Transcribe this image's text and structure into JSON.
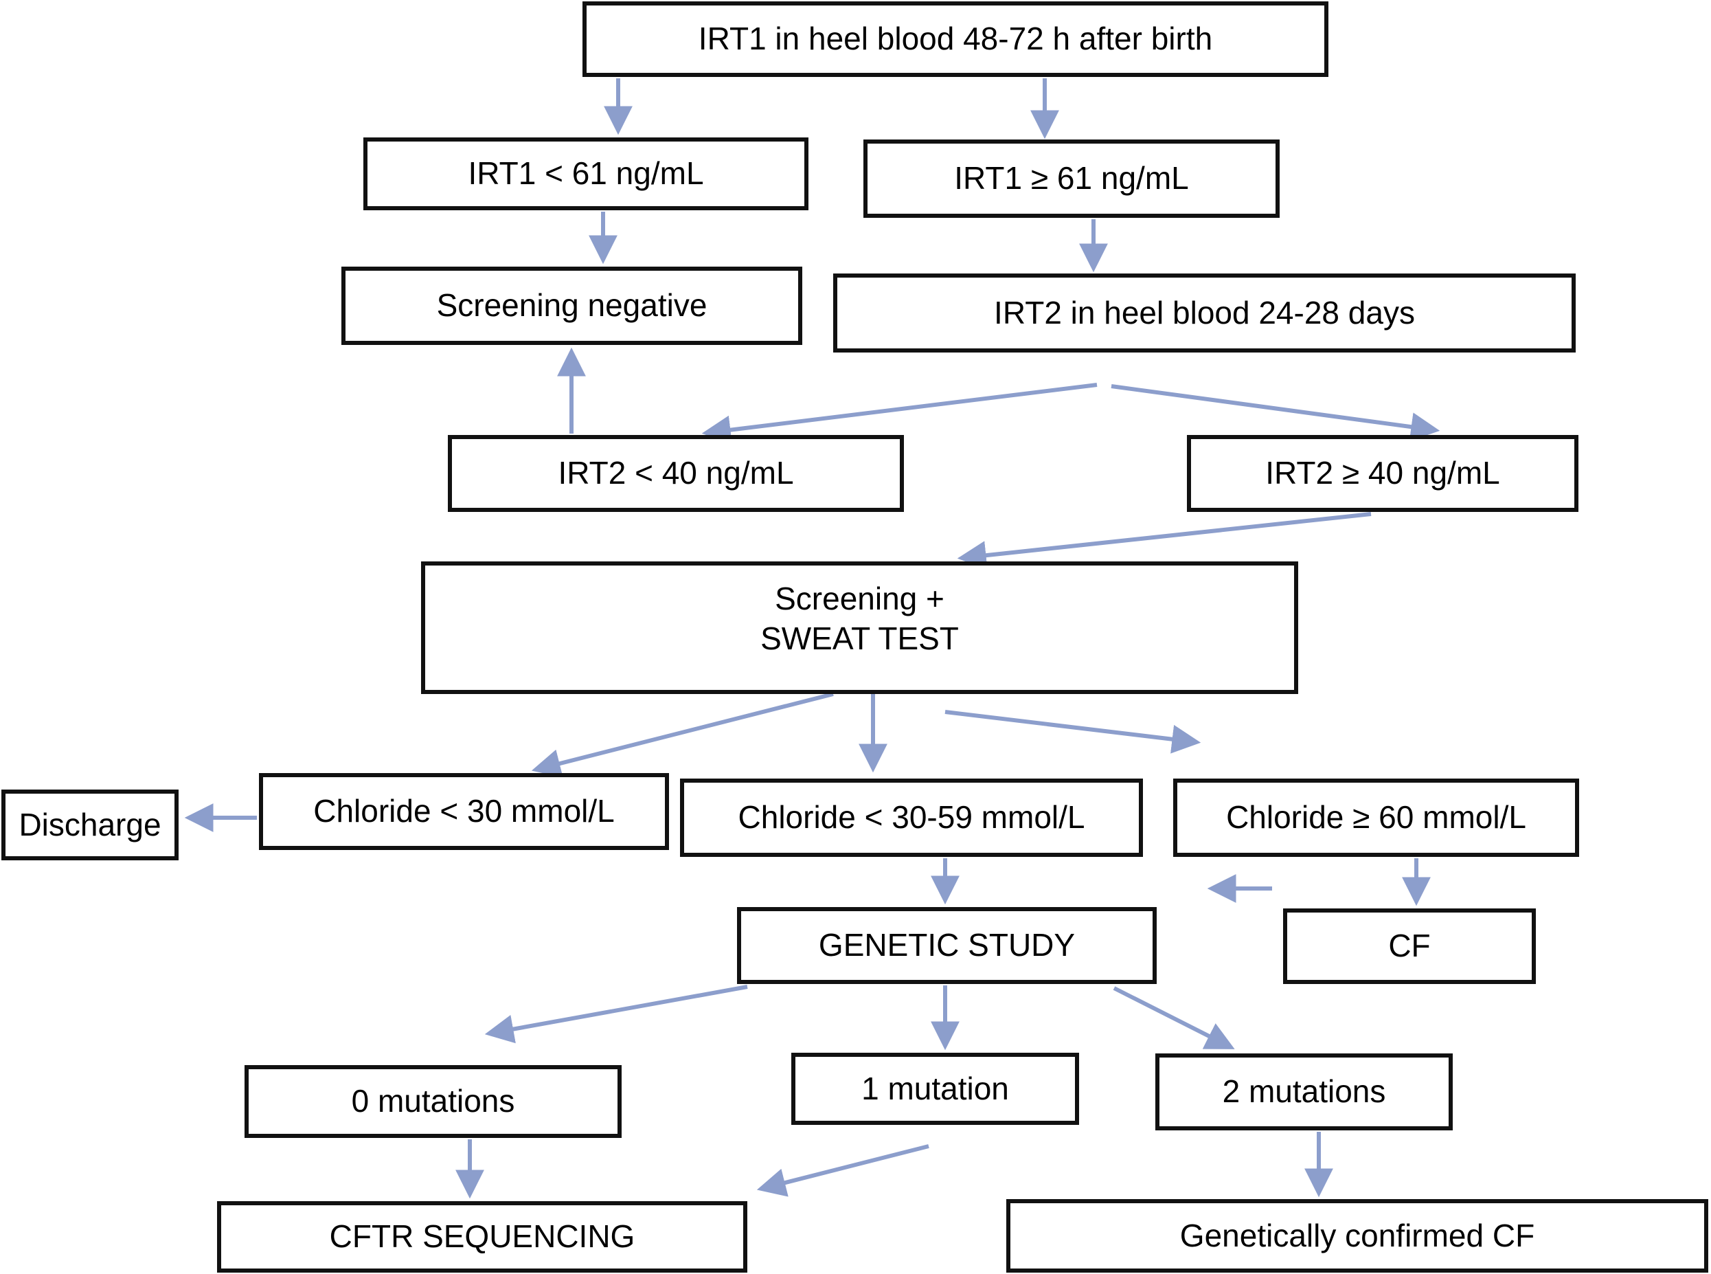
{
  "colors": {
    "arrow": "#8c9ecc",
    "box_border": "#111111",
    "box_fill": "#ffffff",
    "text": "#000000",
    "background": "#ffffff"
  },
  "nodes": {
    "irt1_heel": {
      "label": "IRT1 in heel blood 48-72 h after birth"
    },
    "irt1_low": {
      "label": "IRT1 < 61 ng/mL"
    },
    "irt1_high": {
      "label": "IRT1 ≥ 61 ng/mL"
    },
    "screening_negative": {
      "label": "Screening negative"
    },
    "irt2_heel": {
      "label": "IRT2 in heel blood 24-28 days"
    },
    "irt2_low": {
      "label": "IRT2 < 40 ng/mL"
    },
    "irt2_high": {
      "label": "IRT2 ≥ 40 ng/mL"
    },
    "sweat_test": {
      "line1": "Screening +",
      "line2": "SWEAT TEST"
    },
    "discharge": {
      "label": "Discharge"
    },
    "chloride_low": {
      "label": "Chloride < 30 mmol/L"
    },
    "chloride_mid": {
      "label": "Chloride < 30-59 mmol/L"
    },
    "chloride_high": {
      "label": "Chloride ≥ 60 mmol/L"
    },
    "genetic_study": {
      "label": "GENETIC STUDY"
    },
    "cf": {
      "label": "CF"
    },
    "mut0": {
      "label": "0 mutations"
    },
    "mut1": {
      "label": "1 mutation"
    },
    "mut2": {
      "label": "2 mutations"
    },
    "cftr_seq": {
      "label": "CFTR SEQUENCING"
    },
    "confirmed_cf": {
      "label": "Genetically confirmed CF"
    }
  },
  "edges": [
    {
      "from": "irt1_heel",
      "to": "irt1_low"
    },
    {
      "from": "irt1_heel",
      "to": "irt1_high"
    },
    {
      "from": "irt1_low",
      "to": "screening_negative"
    },
    {
      "from": "irt1_high",
      "to": "irt2_heel"
    },
    {
      "from": "irt2_low",
      "to": "screening_negative"
    },
    {
      "from": "irt2_heel",
      "to": "irt2_low"
    },
    {
      "from": "irt2_heel",
      "to": "irt2_high"
    },
    {
      "from": "irt2_high",
      "to": "sweat_test"
    },
    {
      "from": "sweat_test",
      "to": "chloride_low"
    },
    {
      "from": "sweat_test",
      "to": "chloride_mid"
    },
    {
      "from": "sweat_test",
      "to": "chloride_high"
    },
    {
      "from": "chloride_low",
      "to": "discharge"
    },
    {
      "from": "chloride_mid",
      "to": "genetic_study"
    },
    {
      "from": "chloride_high",
      "to": "cf"
    },
    {
      "from": "chloride_high",
      "to": "genetic_study"
    },
    {
      "from": "genetic_study",
      "to": "mut0"
    },
    {
      "from": "genetic_study",
      "to": "mut1"
    },
    {
      "from": "genetic_study",
      "to": "mut2"
    },
    {
      "from": "mut0",
      "to": "cftr_seq"
    },
    {
      "from": "mut1",
      "to": "cftr_seq"
    },
    {
      "from": "mut2",
      "to": "confirmed_cf"
    }
  ]
}
